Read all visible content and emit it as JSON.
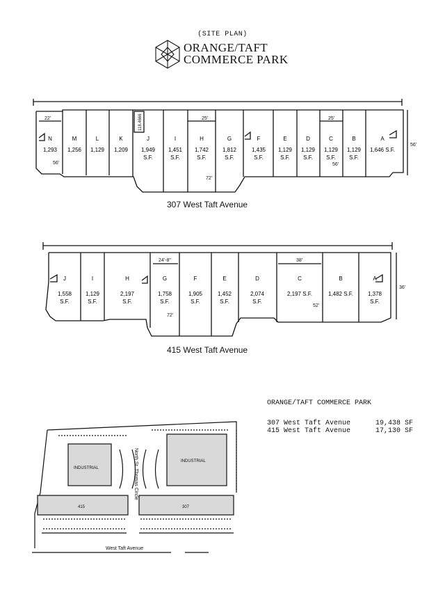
{
  "header": {
    "site_plan_label": "(SITE PLAN)",
    "logo_line1": "ORANGE/TAFT",
    "logo_line2": "COMMERCE PARK"
  },
  "building_307": {
    "caption": "307 West Taft Avenue",
    "depth_label": "56'",
    "units": [
      {
        "letter": "N",
        "sf": [
          "1,293"
        ]
      },
      {
        "letter": "M",
        "sf": [
          "1,256"
        ]
      },
      {
        "letter": "L",
        "sf": [
          "1,129"
        ]
      },
      {
        "letter": "K",
        "sf": [
          "1,209"
        ]
      },
      {
        "letter": "J",
        "sf": [
          "1,949",
          "S.F."
        ]
      },
      {
        "letter": "I",
        "sf": [
          "1,451",
          "S.F."
        ]
      },
      {
        "letter": "H",
        "sf": [
          "1,742",
          "S.F."
        ]
      },
      {
        "letter": "G",
        "sf": [
          "1,812",
          "S.F."
        ]
      },
      {
        "letter": "F",
        "sf": [
          "1,435",
          "S.F."
        ]
      },
      {
        "letter": "E",
        "sf": [
          "1,129",
          "S.F."
        ]
      },
      {
        "letter": "D",
        "sf": [
          "1,129",
          "S.F."
        ]
      },
      {
        "letter": "C",
        "sf": [
          "1,129",
          "S.F."
        ]
      },
      {
        "letter": "B",
        "sf": [
          "1,129",
          "S.F."
        ]
      },
      {
        "letter": "A",
        "sf": [
          "1,646 S.F."
        ]
      }
    ],
    "dims": [
      "22'",
      "56'",
      "25'",
      "72'",
      "25'",
      "56'"
    ],
    "rotated_label": "118.4666"
  },
  "building_415": {
    "caption": "415 West Taft Avenue",
    "depth_label": "36'",
    "units": [
      {
        "letter": "J",
        "sf": [
          "1,558",
          "S.F."
        ]
      },
      {
        "letter": "I",
        "sf": [
          "1,129",
          "S.F."
        ]
      },
      {
        "letter": "H",
        "sf": [
          "2,197",
          "S.F."
        ]
      },
      {
        "letter": "G",
        "sf": [
          "1,758",
          "S.F."
        ]
      },
      {
        "letter": "F",
        "sf": [
          "1,905",
          "S.F."
        ]
      },
      {
        "letter": "E",
        "sf": [
          "1,452",
          "S.F."
        ]
      },
      {
        "letter": "D",
        "sf": [
          "2,074",
          "S.F."
        ]
      },
      {
        "letter": "C",
        "sf": [
          "2,197 S.F."
        ]
      },
      {
        "letter": "B",
        "sf": [
          "1,482 S.F."
        ]
      },
      {
        "letter": "A",
        "sf": [
          "1,378",
          "S.F."
        ]
      }
    ],
    "dims": [
      "24'-8\"",
      "72'",
      "38'",
      "52'"
    ]
  },
  "site_map": {
    "industrial_left": "INDUSTRIAL",
    "industrial_right": "INDUSTRIAL",
    "street": "North St. Thomas Circle",
    "bldg_415": "415",
    "bldg_307": "307",
    "avenue": "West Taft Avenue"
  },
  "summary": {
    "title": "ORANGE/TAFT COMMERCE PARK",
    "rows": [
      {
        "name": "307 West Taft Avenue",
        "area": "19,438 SF"
      },
      {
        "name": "415 West Taft Avenue",
        "area": "17,130 SF"
      }
    ]
  }
}
